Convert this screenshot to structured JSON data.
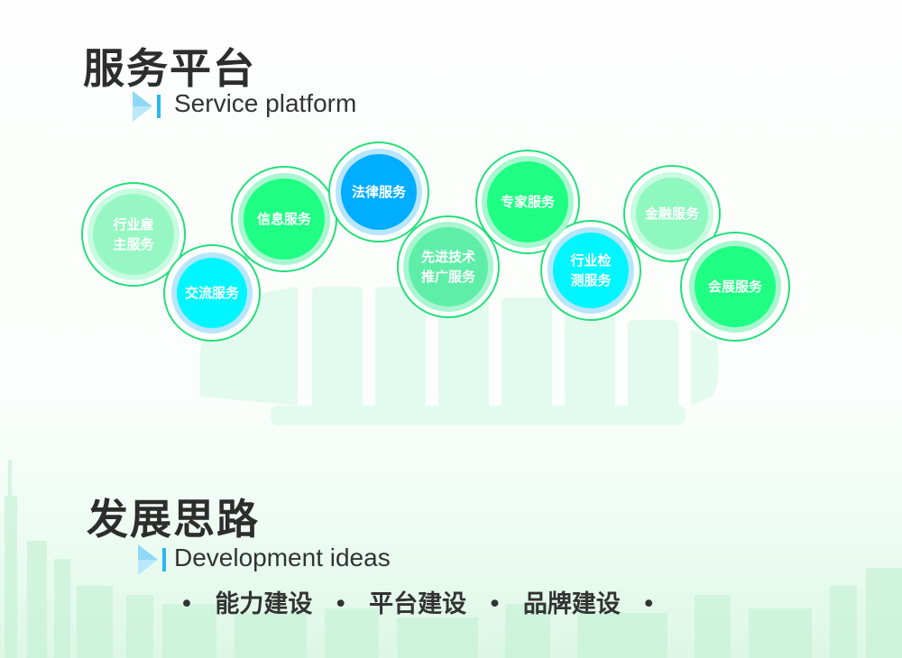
{
  "section1": {
    "title": "服务平台",
    "subtitle": "Service platform"
  },
  "services": [
    {
      "lines": [
        "行业雇",
        "主服务"
      ],
      "color": "#96f7c2",
      "ring": "#c8fbe0"
    },
    {
      "lines": [
        "交流服务"
      ],
      "color": "#00f6ff",
      "ring": "#b7e6fb"
    },
    {
      "lines": [
        "信息服务"
      ],
      "color": "#1eff84",
      "ring": "#a8f6cf"
    },
    {
      "lines": [
        "法律服务"
      ],
      "color": "#00adff",
      "ring": "#b7e6fb"
    },
    {
      "lines": [
        "先进技术",
        "推广服务"
      ],
      "color": "#5eeea8",
      "ring": "#a8f6cf"
    },
    {
      "lines": [
        "专家服务"
      ],
      "color": "#1eff84",
      "ring": "#a8f6cf"
    },
    {
      "lines": [
        "行业检",
        "测服务"
      ],
      "color": "#00f6ff",
      "ring": "#b7e6fb"
    },
    {
      "lines": [
        "金融服务"
      ],
      "color": "#8ef8bf",
      "ring": "#c8fbe0"
    },
    {
      "lines": [
        "会展服务"
      ],
      "color": "#1eff84",
      "ring": "#a8f6cf"
    }
  ],
  "section2": {
    "title": "发展思路",
    "subtitle": "Development ideas"
  },
  "ideas": [
    "能力建设",
    "平台建设",
    "品牌建设"
  ],
  "colors": {
    "outline": "#22e07a",
    "connector": "#7ff0b8",
    "accent_bar": "#2bb8f0"
  }
}
